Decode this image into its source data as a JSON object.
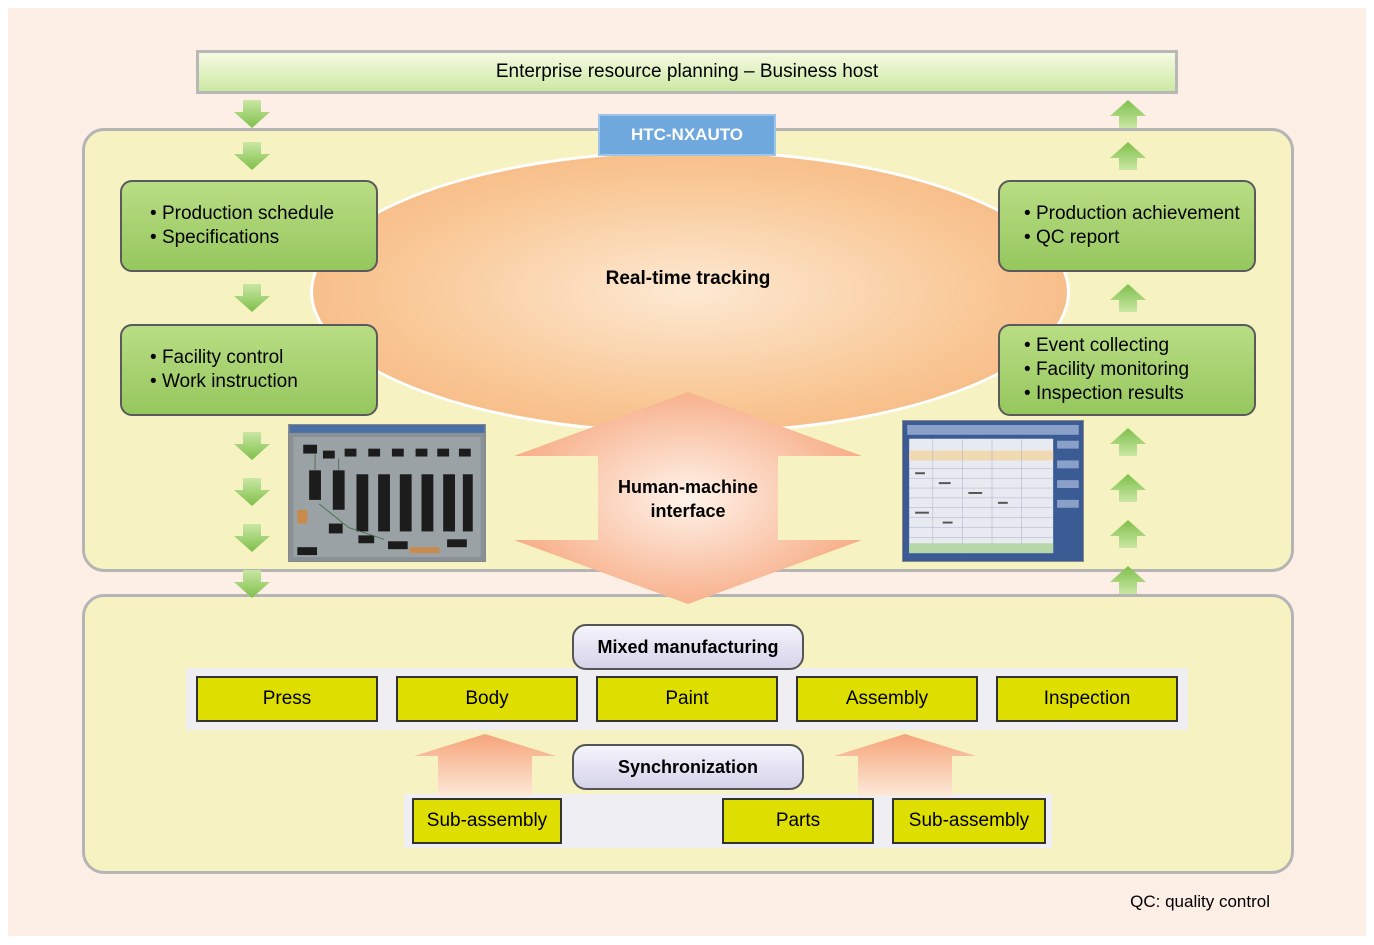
{
  "erp": {
    "label": "Enterprise resource planning – Business host"
  },
  "system": {
    "name": "HTC-NXAUTO"
  },
  "tracking": {
    "label": "Real-time tracking"
  },
  "left_boxes": [
    {
      "items": [
        "Production schedule",
        "Specifications"
      ]
    },
    {
      "items": [
        "Facility control",
        "Work instruction"
      ]
    }
  ],
  "right_boxes": [
    {
      "items": [
        "Production achievement",
        "QC report"
      ]
    },
    {
      "items": [
        "Event collecting",
        "Facility monitoring",
        "Inspection results"
      ]
    }
  ],
  "hmi": {
    "label": "Human-machine interface"
  },
  "mixed": {
    "label": "Mixed manufacturing"
  },
  "processes": [
    "Press",
    "Body",
    "Paint",
    "Assembly",
    "Inspection"
  ],
  "sync": {
    "label": "Synchronization"
  },
  "feeders": [
    "Sub-assembly",
    "Parts",
    "Sub-assembly"
  ],
  "footnote": "QC: quality control",
  "colors": {
    "background": "#fdeee6",
    "panel": "#f7f2c1",
    "green_box": "#a5d06e",
    "yellow_box": "#dede00",
    "blue_label": "#6fa8dc",
    "orange_arrow": "#f6b48a"
  }
}
